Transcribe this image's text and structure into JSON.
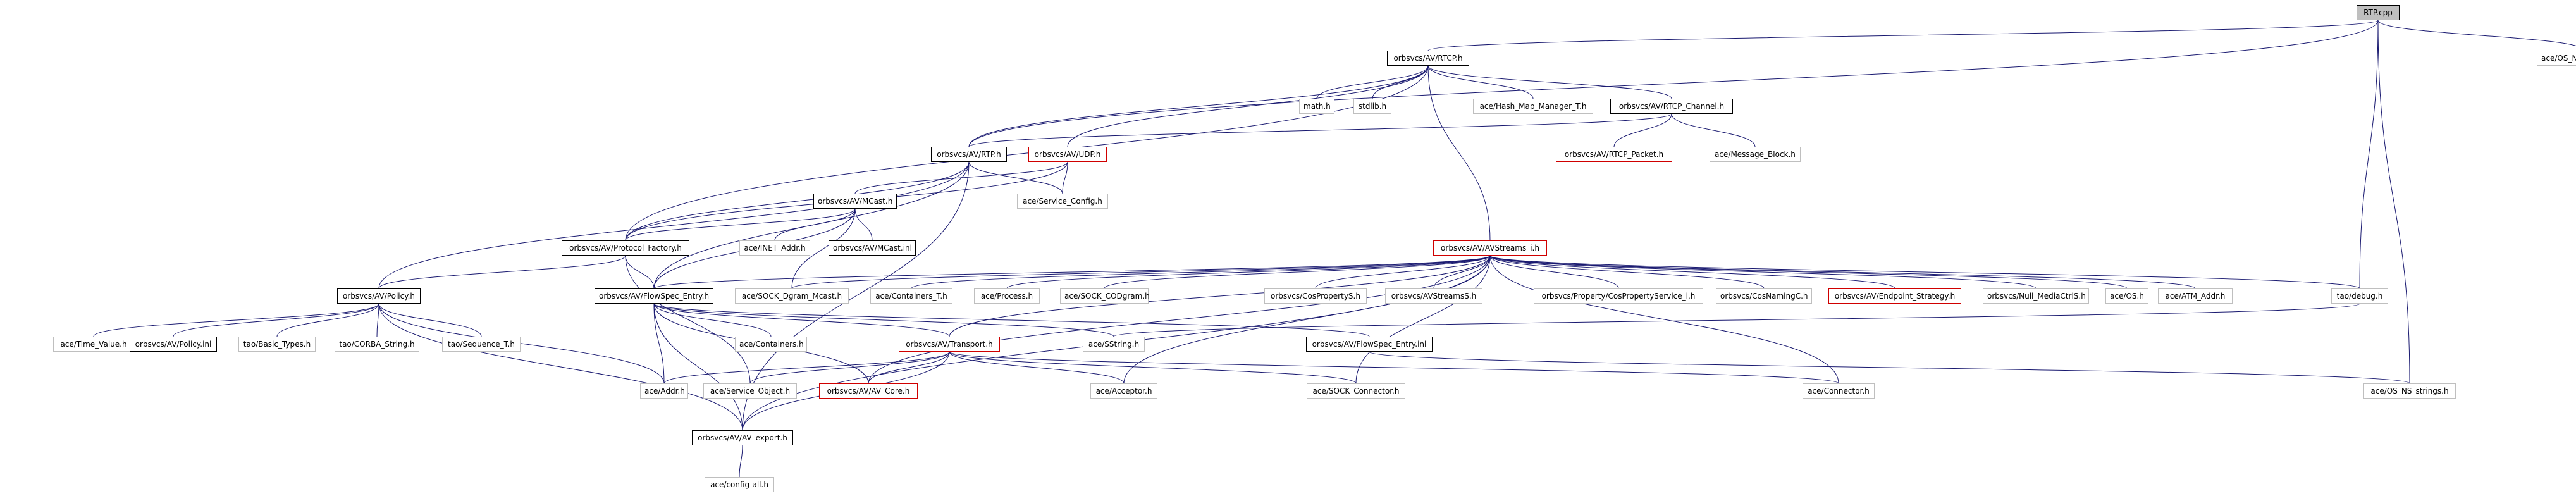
{
  "diagram": {
    "colors": {
      "edge": "#191970",
      "truncated": "#d00000",
      "root_fill": "#bfbfbf"
    },
    "nodes": {
      "rtp_cpp": "RTP.cpp",
      "rtcp_h": "orbsvcs/AV/RTCP.h",
      "os_ns_arpa_inet": "ace/OS_NS_arpa_inet.h",
      "math_h": "math.h",
      "stdlib_h": "stdlib.h",
      "hash_map_manager": "ace/Hash_Map_Manager_T.h",
      "rtcp_channel": "orbsvcs/AV/RTCP_Channel.h",
      "rtp_h": "orbsvcs/AV/RTP.h",
      "udp_h": "orbsvcs/AV/UDP.h",
      "rtcp_packet": "orbsvcs/AV/RTCP_Packet.h",
      "message_block": "ace/Message_Block.h",
      "service_config": "ace/Service_Config.h",
      "mcast_h": "orbsvcs/AV/MCast.h",
      "protocol_factory": "orbsvcs/AV/Protocol_Factory.h",
      "inet_addr": "ace/INET_Addr.h",
      "mcast_inl": "orbsvcs/AV/MCast.inl",
      "avstreams_i": "orbsvcs/AV/AVStreams_i.h",
      "policy_h": "orbsvcs/AV/Policy.h",
      "flowspec_entry_h": "orbsvcs/AV/FlowSpec_Entry.h",
      "sock_dgram_mcast": "ace/SOCK_Dgram_Mcast.h",
      "containers_t": "ace/Containers_T.h",
      "process_h": "ace/Process.h",
      "sock_codgram": "ace/SOCK_CODgram.h",
      "cosproperty_s": "orbsvcs/CosPropertyS.h",
      "avstreams_s": "orbsvcs/AVStreamsS.h",
      "cosproperty_service_i": "orbsvcs/Property/CosPropertyService_i.h",
      "cosnaming_c": "orbsvcs/CosNamingC.h",
      "endpoint_strategy": "orbsvcs/AV/Endpoint_Strategy.h",
      "null_mediactrl": "orbsvcs/Null_MediaCtrlS.h",
      "os_h": "ace/OS.h",
      "atm_addr": "ace/ATM_Addr.h",
      "tao_debug": "tao/debug.h",
      "time_value": "ace/Time_Value.h",
      "policy_inl": "orbsvcs/AV/Policy.inl",
      "basic_types": "tao/Basic_Types.h",
      "corba_string": "tao/CORBA_String.h",
      "sequence_t": "tao/Sequence_T.h",
      "containers_h": "ace/Containers.h",
      "transport_h": "orbsvcs/AV/Transport.h",
      "sstring_h": "ace/SString.h",
      "flowspec_entry_inl": "orbsvcs/AV/FlowSpec_Entry.inl",
      "addr_h": "ace/Addr.h",
      "service_object": "ace/Service_Object.h",
      "av_core": "orbsvcs/AV/AV_Core.h",
      "acceptor_h": "ace/Acceptor.h",
      "sock_connector": "ace/SOCK_Connector.h",
      "connector_h": "ace/Connector.h",
      "os_ns_strings": "ace/OS_NS_strings.h",
      "av_export": "orbsvcs/AV/AV_export.h",
      "config_all": "ace/config-all.h"
    }
  }
}
